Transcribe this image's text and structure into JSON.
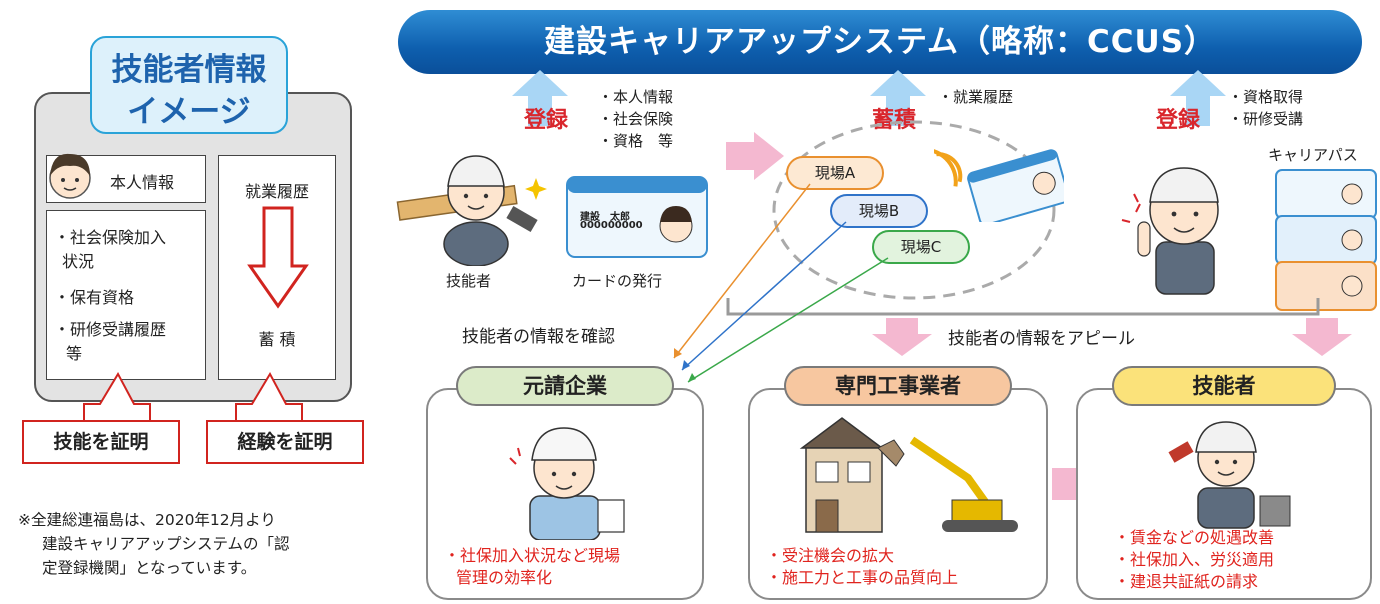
{
  "left_panel": {
    "title_line1": "技能者情報",
    "title_line2": "イメージ",
    "personal_info": "本人情報",
    "list_items": [
      "・社会保険加入",
      "状況",
      "・保有資格",
      "・研修受講履歴",
      "等"
    ],
    "work_history": "就業履歴",
    "accumulate": "蓄 積",
    "prove_skill": "技能を証明",
    "prove_experience": "経験を証明",
    "note_lines": [
      "※全建総連福島は、2020年12月より",
      "建設キャリアアップシステムの「認",
      "定登録機関」となっています。"
    ]
  },
  "banner": {
    "title": "建設キャリアアップシステム（略称：CCUS）"
  },
  "register_left": {
    "label": "登録",
    "items": [
      "・本人情報",
      "・社会保険",
      "・資格　等"
    ]
  },
  "accumulate_mid": {
    "label": "蓄積",
    "items": [
      "・就業履歴"
    ]
  },
  "register_right": {
    "label": "登録",
    "items": [
      "・資格取得",
      "・研修受講"
    ]
  },
  "career_path": "キャリアパス",
  "worker_label": "技能者",
  "card_issue": "カードの発行",
  "card_name": "建設　太郎",
  "card_number": "000000000",
  "sites": [
    "現場A",
    "現場B",
    "現場C"
  ],
  "confirm_info": "技能者の情報を確認",
  "appeal_info": "技能者の情報をアピール",
  "boxes": [
    {
      "title": "元請企業",
      "items": [
        "・社保加入状況など現場",
        "管理の効率化"
      ]
    },
    {
      "title": "専門工事業者",
      "items": [
        "・受注機会の拡大",
        "・施工力と工事の品質向上"
      ]
    },
    {
      "title": "技能者",
      "items": [
        "・賃金などの処遇改善",
        "・社保加入、労災適用",
        "・建退共証紙の請求"
      ]
    }
  ],
  "colors": {
    "banner": "#0e5fae",
    "red": "#d9262c",
    "title_blue": "#1e63ad",
    "pill_green": "#dcebc9",
    "pill_orange": "#f7c7a0",
    "pill_yellow": "#fbe27a",
    "site_a": "#e9902f",
    "site_b": "#2f73c9",
    "site_c": "#3aa84a",
    "pink_arrow": "#f4b8d0"
  }
}
